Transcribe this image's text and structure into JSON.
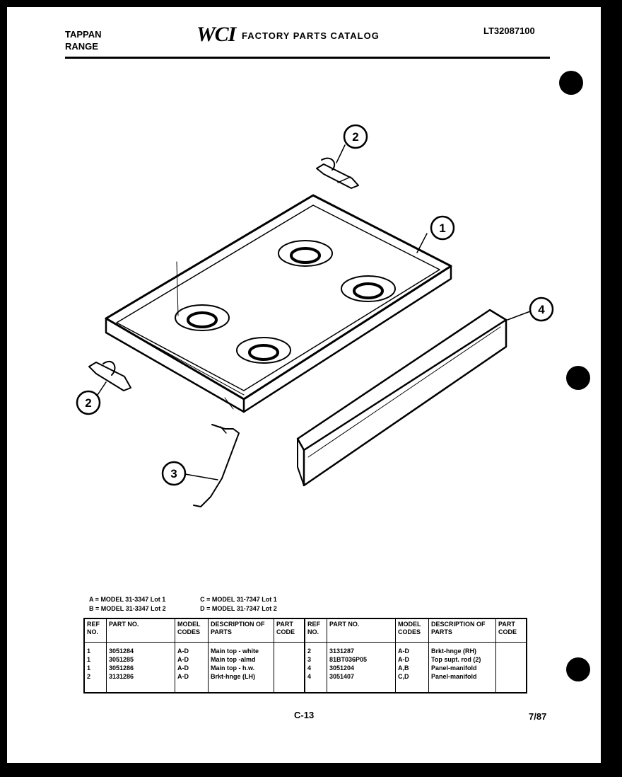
{
  "header": {
    "brand_line1": "TAPPAN",
    "brand_line2": "RANGE",
    "logo": "WCI",
    "catalog_title": "FACTORY PARTS CATALOG",
    "catalog_number": "LT32087100"
  },
  "callouts": [
    "1",
    "2",
    "3",
    "4"
  ],
  "models": [
    {
      "code": "A",
      "model": "MODEL 31-3347 Lot 1"
    },
    {
      "code": "B",
      "model": "MODEL 31-3347 Lot 2"
    },
    {
      "code": "C",
      "model": "MODEL 31-7347 Lot 1"
    },
    {
      "code": "D",
      "model": "MODEL 31-7347 Lot 2"
    }
  ],
  "table": {
    "headers": {
      "ref_no": "REF NO.",
      "part_no": "PART NO.",
      "model_codes": "MODEL CODES",
      "description": "DESCRIPTION OF PARTS",
      "part_code": "PART CODE"
    },
    "left": [
      {
        "ref": "1",
        "part": "3051284",
        "codes": "A-D",
        "desc": "Main top - white"
      },
      {
        "ref": "1",
        "part": "3051285",
        "codes": "A-D",
        "desc": "Main top -almd"
      },
      {
        "ref": "1",
        "part": "3051286",
        "codes": "A-D",
        "desc": "Main top - h.w."
      },
      {
        "ref": "2",
        "part": "3131286",
        "codes": "A-D",
        "desc": "Brkt-hnge (LH)"
      }
    ],
    "right": [
      {
        "ref": "2",
        "part": "3131287",
        "codes": "A-D",
        "desc": "Brkt-hnge (RH)"
      },
      {
        "ref": "3",
        "part": "81BT036P05",
        "codes": "A-D",
        "desc": "Top supt. rod (2)"
      },
      {
        "ref": "4",
        "part": "3051204",
        "codes": "A,B",
        "desc": "Panel-manifold"
      },
      {
        "ref": "4",
        "part": "3051407",
        "codes": "C,D",
        "desc": "Panel-manifold"
      }
    ]
  },
  "footer": {
    "page": "C-13",
    "date": "7/87"
  }
}
